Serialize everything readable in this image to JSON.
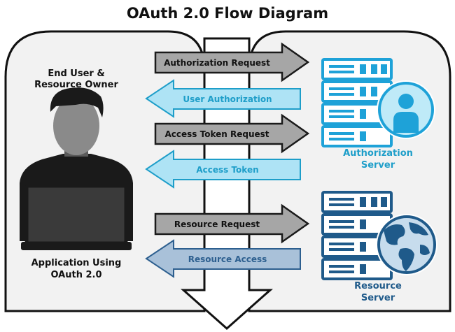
{
  "title": "OAuth 2.0 Flow Diagram",
  "user": {
    "top_label_line1": "End User &",
    "top_label_line2": "Resource Owner",
    "bottom_label_line1": "Application Using",
    "bottom_label_line2": "OAuth 2.0",
    "icon": "person-with-laptop-icon"
  },
  "arrows": [
    {
      "label": "Authorization Request",
      "direction": "right",
      "style": "gray"
    },
    {
      "label": "User Authorization",
      "direction": "left",
      "style": "light-blue"
    },
    {
      "label": "Access Token Request",
      "direction": "right",
      "style": "gray"
    },
    {
      "label": "Access Token",
      "direction": "left",
      "style": "light-blue"
    },
    {
      "label": "Resource Request",
      "direction": "right",
      "style": "gray"
    },
    {
      "label": "Resource Access",
      "direction": "left",
      "style": "steel-blue"
    }
  ],
  "auth_server": {
    "label_line1": "Authorization",
    "label_line2": "Server",
    "icon": "server-with-user-icon"
  },
  "resource_server": {
    "label_line1": "Resource",
    "label_line2": "Server",
    "icon": "server-with-globe-icon"
  },
  "colors": {
    "gray_arrow": "#a6a6a6",
    "light_blue_arrow": "#aee3f5",
    "light_blue_text": "#1e9ec9",
    "steel_blue_arrow": "#a9c1d9",
    "steel_blue_text": "#2d5f8f",
    "auth_server": "#1ea2d8",
    "resource_server": "#1f5a8a",
    "panel_bg": "#f2f2f2"
  }
}
